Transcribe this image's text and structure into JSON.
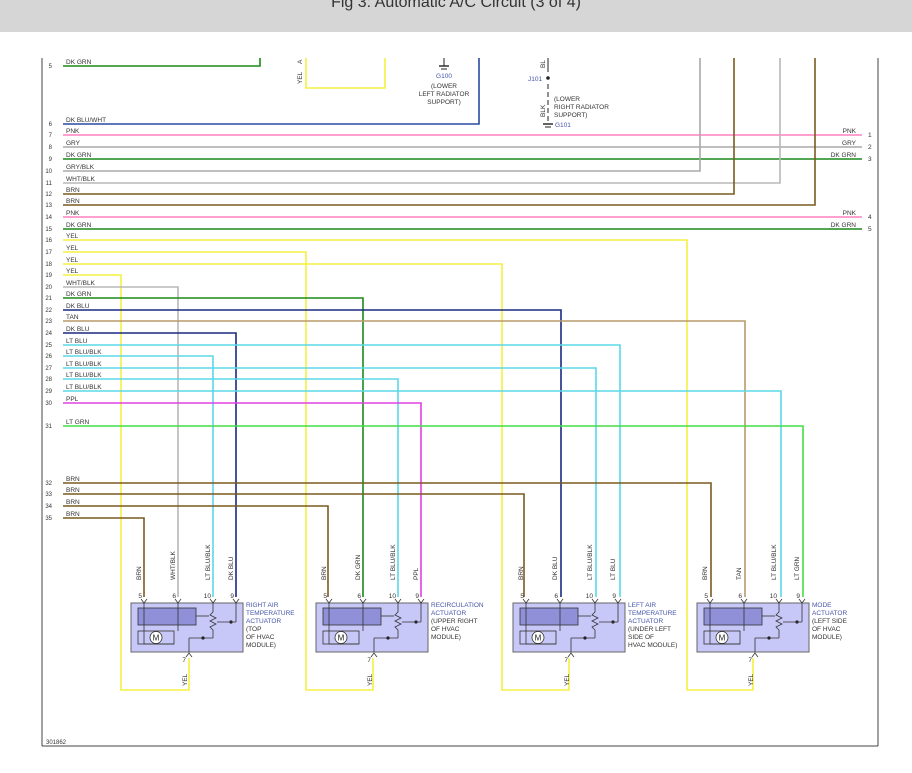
{
  "title": "Fig 3: Automatic A/C Circuit (3 of 4)",
  "figure_id": "301862",
  "colors": {
    "DK GRN": "#1a8a1a",
    "DK BLU/WHT": "#2a4aa0",
    "PNK": "#ff80c0",
    "GRY": "#a8a8a8",
    "GRY/BLK": "#a8a8a8",
    "WHT/BLK": "#b8b8b8",
    "BRN": "#7a5a20",
    "YEL": "#f4f040",
    "DK BLU": "#1a2a80",
    "TAN": "#b89a6a",
    "LT BLU": "#5ad8e8",
    "LT BLU/BLK": "#5ad8e8",
    "PPL": "#e040e0",
    "LT GRN": "#44dd44",
    "BLK": "#222222"
  },
  "wires": [
    {
      "num": "5",
      "label": "DK GRN"
    },
    {
      "num": "6",
      "label": "DK BLU/WHT"
    },
    {
      "num": "7",
      "label": "PNK"
    },
    {
      "num": "8",
      "label": "GRY"
    },
    {
      "num": "9",
      "label": "DK GRN"
    },
    {
      "num": "10",
      "label": "GRY/BLK"
    },
    {
      "num": "11",
      "label": "WHT/BLK"
    },
    {
      "num": "12",
      "label": "BRN"
    },
    {
      "num": "13",
      "label": "BRN"
    },
    {
      "num": "14",
      "label": "PNK"
    },
    {
      "num": "15",
      "label": "DK GRN"
    },
    {
      "num": "16",
      "label": "YEL"
    },
    {
      "num": "17",
      "label": "YEL"
    },
    {
      "num": "18",
      "label": "YEL"
    },
    {
      "num": "19",
      "label": "YEL"
    },
    {
      "num": "20",
      "label": "WHT/BLK"
    },
    {
      "num": "21",
      "label": "DK GRN"
    },
    {
      "num": "22",
      "label": "DK BLU"
    },
    {
      "num": "23",
      "label": "TAN"
    },
    {
      "num": "24",
      "label": "DK BLU"
    },
    {
      "num": "25",
      "label": "LT BLU"
    },
    {
      "num": "26",
      "label": "LT BLU/BLK"
    },
    {
      "num": "27",
      "label": "LT BLU/BLK"
    },
    {
      "num": "28",
      "label": "LT BLU/BLK"
    },
    {
      "num": "29",
      "label": "LT BLU/BLK"
    },
    {
      "num": "30",
      "label": "PPL"
    },
    {
      "num": "31",
      "label": "LT GRN"
    },
    {
      "num": "32",
      "label": "BRN"
    },
    {
      "num": "33",
      "label": "BRN"
    },
    {
      "num": "34",
      "label": "BRN"
    },
    {
      "num": "35",
      "label": "BRN"
    }
  ],
  "right_connectors": [
    {
      "num": "1",
      "label": "PNK"
    },
    {
      "num": "2",
      "label": "GRY"
    },
    {
      "num": "3",
      "label": "DK GRN"
    },
    {
      "num": "4",
      "label": "PNK"
    },
    {
      "num": "5",
      "label": "DK GRN"
    }
  ],
  "top_labels": {
    "yel": "YEL",
    "a": "A",
    "g100": "G100",
    "g100_desc": [
      "(LOWER",
      "LEFT RADIATOR",
      "SUPPORT)"
    ],
    "bl": "BL",
    "j101": "J101",
    "blk": "BLK",
    "g101": "G101",
    "g101_desc": [
      "(LOWER",
      "RIGHT RADIATOR",
      "SUPPORT)"
    ]
  },
  "motor_symbol": "M",
  "actuators": [
    {
      "name": [
        "RIGHT AIR",
        "TEMPERATURE",
        "ACTUATOR"
      ],
      "location": [
        "(TOP",
        "OF HVAC",
        "MODULE)"
      ],
      "pins": [
        "5",
        "6",
        "10",
        "9"
      ],
      "pin_wires": [
        "BRN",
        "WHT/BLK",
        "LT BLU/BLK",
        "DK BLU"
      ],
      "bottom_pin": "7",
      "bottom_wire": "YEL"
    },
    {
      "name": [
        "RECIRCULATION",
        "ACTUATOR"
      ],
      "location": [
        "(UPPER RIGHT",
        "OF HVAC",
        "MODULE)"
      ],
      "pins": [
        "5",
        "6",
        "10",
        "9"
      ],
      "pin_wires": [
        "BRN",
        "DK GRN",
        "LT BLU/BLK",
        "PPL"
      ],
      "bottom_pin": "7",
      "bottom_wire": "YEL"
    },
    {
      "name": [
        "LEFT AIR",
        "TEMPERATURE",
        "ACTUATOR"
      ],
      "location": [
        "(UNDER LEFT",
        "SIDE OF",
        "HVAC MODULE)"
      ],
      "pins": [
        "5",
        "6",
        "10",
        "9"
      ],
      "pin_wires": [
        "BRN",
        "DK BLU",
        "LT BLU/BLK",
        "LT BLU"
      ],
      "bottom_pin": "7",
      "bottom_wire": "YEL"
    },
    {
      "name": [
        "MODE",
        "ACTUATOR"
      ],
      "location": [
        "(LEFT SIDE",
        "OF HVAC",
        "MODULE)"
      ],
      "pins": [
        "5",
        "6",
        "10",
        "9"
      ],
      "pin_wires": [
        "BRN",
        "TAN",
        "LT BLU/BLK",
        "LT GRN"
      ],
      "bottom_pin": "7",
      "bottom_wire": "YEL"
    }
  ]
}
